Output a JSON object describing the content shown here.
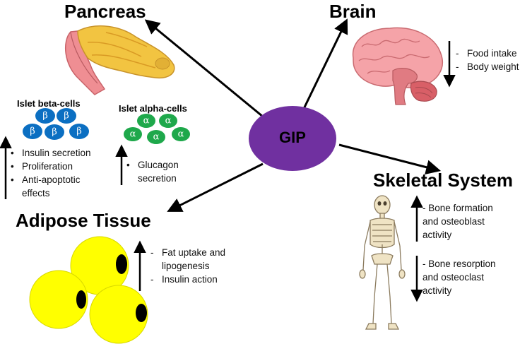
{
  "center": {
    "label": "GIP"
  },
  "pancreas": {
    "title": "Pancreas",
    "beta": {
      "title": "Islet beta-cells",
      "cell_symbol": "β",
      "effects": [
        "Insulin secretion",
        "Proliferation",
        "Anti-apoptotic"
      ],
      "effects_continued": "effects",
      "direction": "increase"
    },
    "alpha": {
      "title": "Islet alpha-cells",
      "cell_symbol": "α",
      "effects": [
        "Glucagon"
      ],
      "effects_continued": "secretion",
      "direction": "increase"
    }
  },
  "brain": {
    "title": "Brain",
    "effects": [
      "Food intake",
      "Body weight"
    ],
    "direction": "decrease"
  },
  "skeletal": {
    "title": "Skeletal System",
    "increase": [
      "- Bone formation",
      "and osteoblast",
      "activity"
    ],
    "decrease": [
      "- Bone resorption",
      "and osteoclast",
      "activity"
    ]
  },
  "adipose": {
    "title": "Adipose Tissue",
    "effects": [
      "Fat uptake and"
    ],
    "effects_continued": "lipogenesis",
    "effects_more": [
      "Insulin action"
    ],
    "direction": "increase"
  },
  "colors": {
    "gip": "#7030a0",
    "beta_cell": "#0b6fc2",
    "alpha_cell": "#1ea84b",
    "adipocyte": "#ffff00",
    "nucleus": "#000000"
  }
}
